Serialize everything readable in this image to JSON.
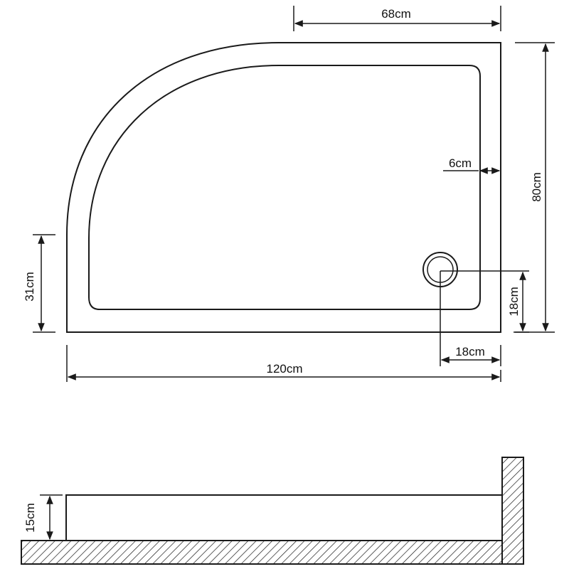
{
  "dimensions": {
    "top_width": "68cm",
    "rim_width": "6cm",
    "depth": "80cm",
    "left_straight": "31cm",
    "drain_from_front": "18cm",
    "drain_from_side": "18cm",
    "total_width": "120cm",
    "tray_height": "15cm"
  },
  "colors": {
    "line": "#1a1a1a",
    "background": "#ffffff"
  }
}
